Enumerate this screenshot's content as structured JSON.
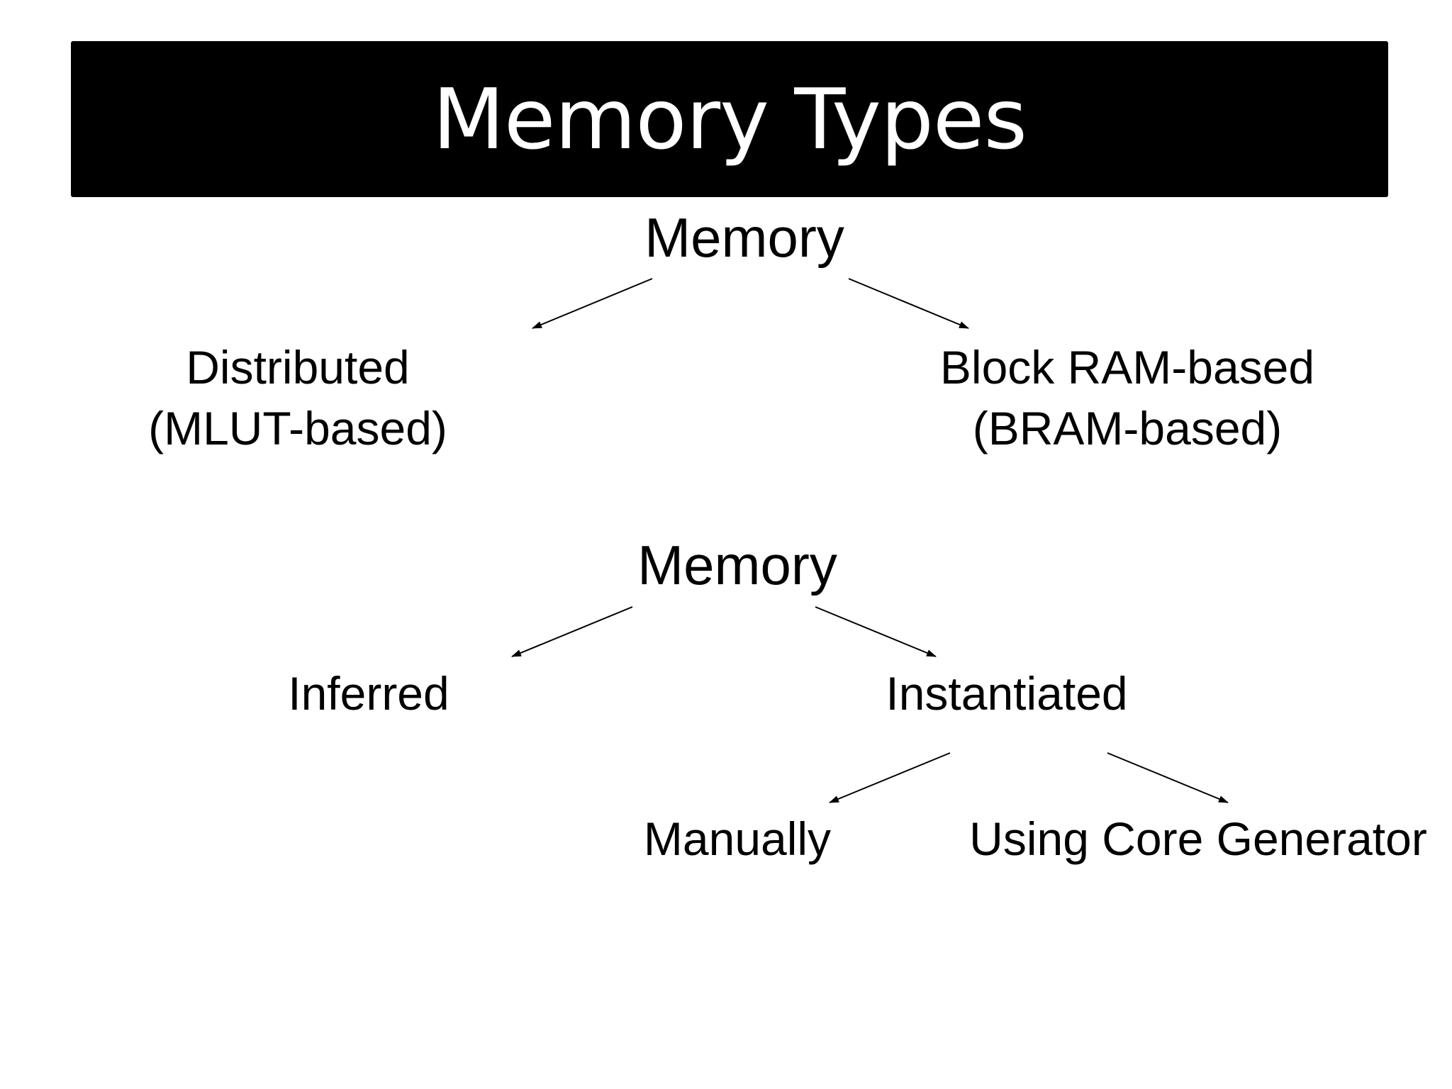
{
  "slide": {
    "title": "Memory Types"
  },
  "tree1": {
    "root": "Memory",
    "left": {
      "line1": "Distributed",
      "line2": "(MLUT-based)"
    },
    "right": {
      "line1": "Block RAM-based",
      "line2": "(BRAM-based)"
    }
  },
  "tree2": {
    "root": "Memory",
    "left": "Inferred",
    "right": "Instantiated",
    "right_children": {
      "left": "Manually",
      "right": "Using Core Generator"
    }
  }
}
